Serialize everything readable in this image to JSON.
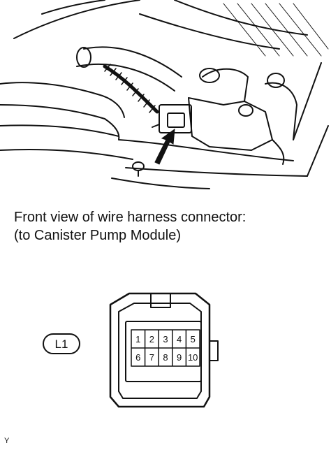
{
  "caption": {
    "line1": "Front view of wire harness connector:",
    "line2": "(to Canister Pump Module)"
  },
  "connector": {
    "label": "L1",
    "pins_top": [
      "1",
      "2",
      "3",
      "4",
      "5"
    ],
    "pins_bottom": [
      "6",
      "7",
      "8",
      "9",
      "10"
    ]
  },
  "footer": {
    "mark": "Y"
  },
  "icons": {
    "arrow": "location-arrow-icon"
  },
  "colors": {
    "line": "#111111",
    "background": "#ffffff"
  }
}
